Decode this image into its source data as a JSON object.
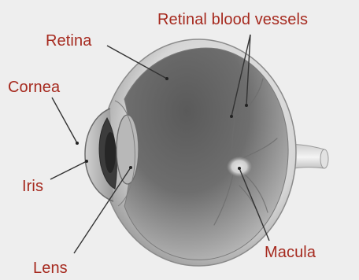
{
  "diagram": {
    "labels": {
      "retinal_blood_vessels": "Retinal blood vessels",
      "retina": "Retina",
      "cornea": "Cornea",
      "iris": "Iris",
      "macula": "Macula",
      "lens": "Lens"
    },
    "colors": {
      "background": "#eeeeee",
      "label_text": "#a62a1f",
      "leader_line": "#333333",
      "sclera": "#d8d8d8",
      "eye_interior": "#5e5e5e"
    }
  }
}
